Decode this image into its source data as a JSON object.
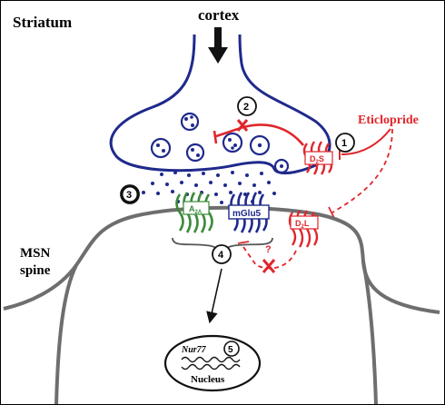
{
  "region_label": "Striatum",
  "input_label": "cortex",
  "drug_label": "Eticlopride",
  "presynaptic": {
    "receptor_label_main": "D",
    "receptor_label_sub": "2",
    "receptor_label_suffix": "S"
  },
  "postsynaptic": {
    "spine_label_line1": "MSN",
    "spine_label_line2": "spine",
    "a2a_main": "A",
    "a2a_sub": "2A",
    "mglu5_label": "mGlu5",
    "d2l_main": "D",
    "d2l_sub": "2",
    "d2l_suffix": "L",
    "uncertain_mark": "?"
  },
  "nucleus": {
    "gene_label": "Nur77",
    "nucleus_label": "Nucleus"
  },
  "steps": [
    "1",
    "2",
    "3",
    "4",
    "5"
  ],
  "colors": {
    "presynaptic_blue": "#1f2a8c",
    "drug_red": "#e0262b",
    "a2a_green": "#3a8a3a",
    "membrane_grey": "#6e6e6e"
  }
}
